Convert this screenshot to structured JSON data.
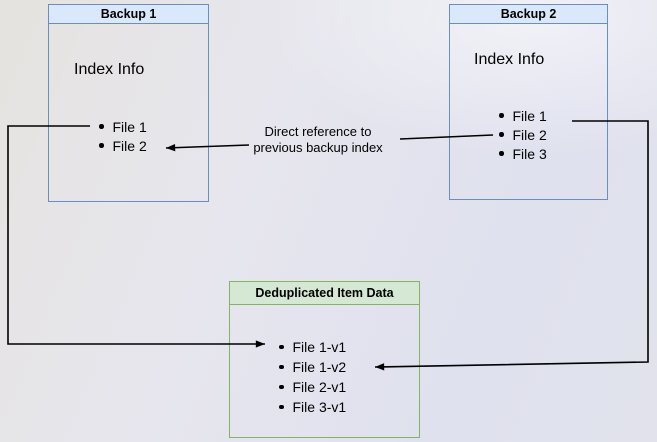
{
  "diagram": {
    "backup1": {
      "title": "Backup 1",
      "index_label": "Index Info",
      "files": [
        "File 1",
        "File 2"
      ]
    },
    "backup2": {
      "title": "Backup 2",
      "index_label": "Index Info",
      "files": [
        "File 1",
        "File 2",
        "File 3"
      ]
    },
    "dedup": {
      "title": "Deduplicated Item Data",
      "items": [
        "File 1-v1",
        "File 1-v2",
        "File 2-v1",
        "File 3-v1"
      ]
    },
    "edge_label": "Direct reference to\nprevious backup index"
  },
  "colors": {
    "backup-border": "#6c8ebf",
    "backup-header-fill": "#dae8fc",
    "dedup-border": "#82b366",
    "dedup-header-fill": "#d5e8d4",
    "edge": "#000000",
    "text": "#000000"
  }
}
